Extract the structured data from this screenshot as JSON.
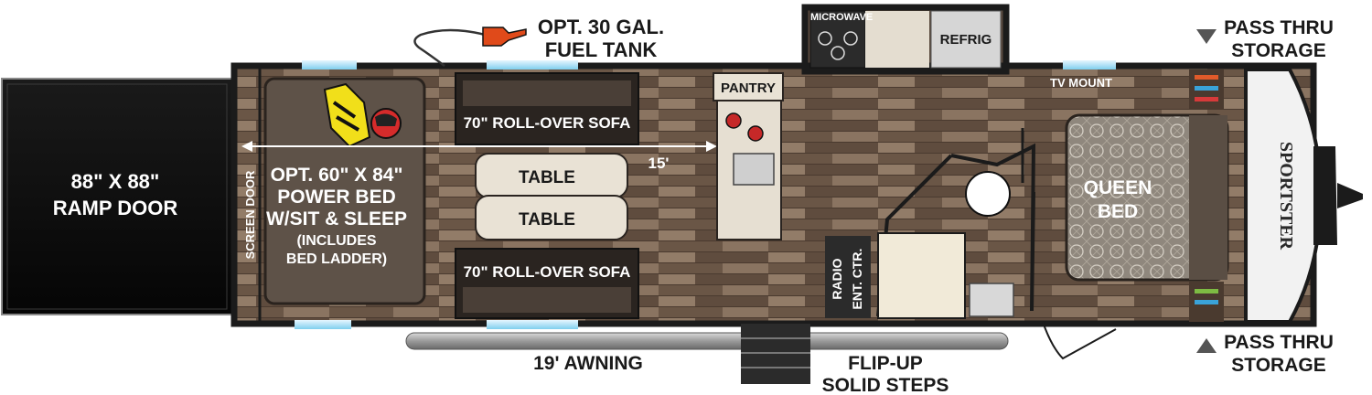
{
  "labels": {
    "ramp_door": [
      "88\" X 88\"",
      "RAMP DOOR"
    ],
    "screen_door": "SCREEN DOOR",
    "power_bed": [
      "OPT. 60\" X 84\"",
      "POWER BED",
      "W/SIT & SLEEP"
    ],
    "power_bed_note": [
      "(INCLUDES",
      "BED LADDER)"
    ],
    "fuel_tank": [
      "OPT. 30 GAL.",
      "FUEL TANK"
    ],
    "sofa_top": "70\" ROLL-OVER SOFA",
    "sofa_bottom": "70\" ROLL-OVER SOFA",
    "table_1": "TABLE",
    "table_2": "TABLE",
    "dimension": "15'",
    "pantry": "PANTRY",
    "microwave": "MICROWAVE",
    "refrig": "REFRIG",
    "tv_mount": "TV MOUNT",
    "radio": "RADIO",
    "ent_ctr": "ENT. CTR.",
    "queen_bed": [
      "QUEEN",
      "BED"
    ],
    "pass_thru_top": [
      "PASS THRU",
      "STORAGE"
    ],
    "pass_thru_bottom": [
      "PASS THRU",
      "STORAGE"
    ],
    "awning": "19' AWNING",
    "steps": [
      "FLIP-UP",
      "SOLID STEPS"
    ],
    "brand": "SPORTSTER"
  },
  "colors": {
    "wall": "#1b1b1b",
    "floor": "#7a6552",
    "ramp": "#0f0f0f",
    "counter": "#e9e2d5",
    "sofa": "#3a302a",
    "bed": "#5e5248",
    "queen_bed": "#8f877d"
  }
}
